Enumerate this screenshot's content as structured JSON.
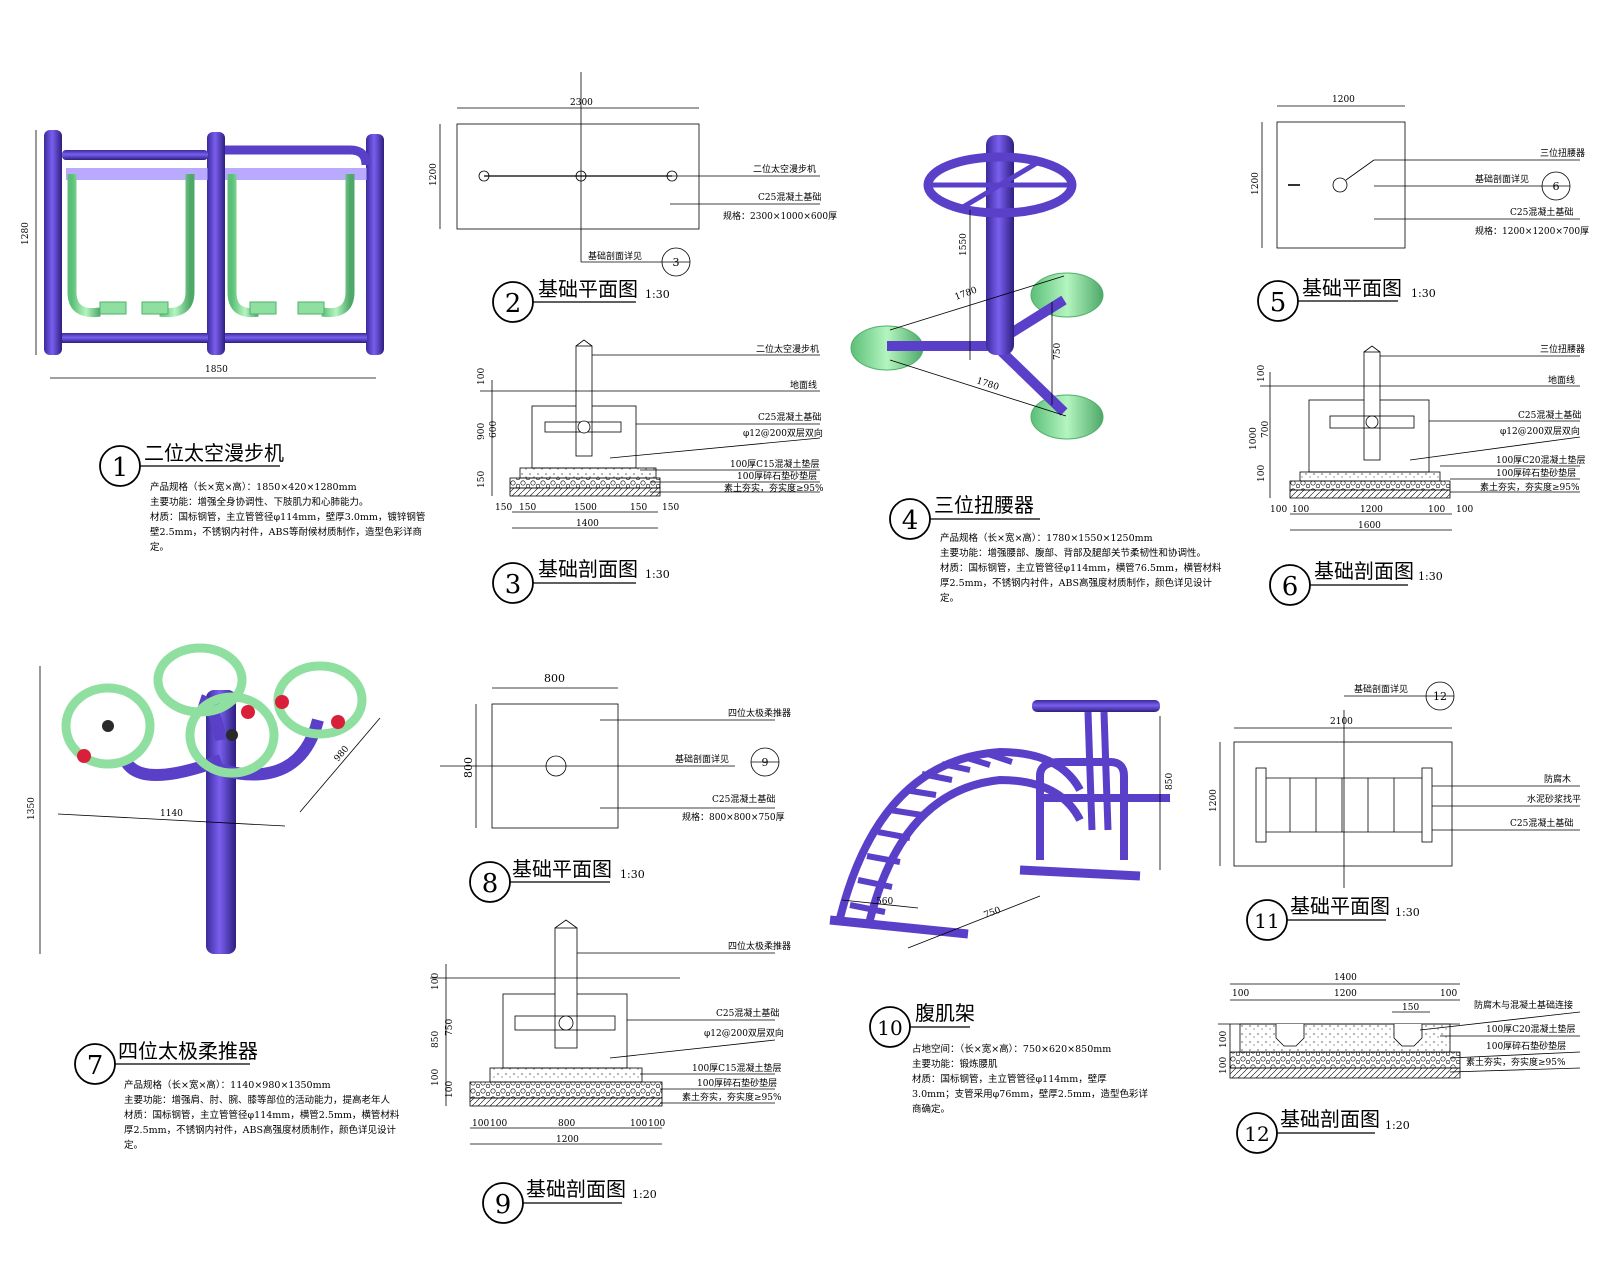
{
  "colors": {
    "purple": "#5a3fc8",
    "purple_dark": "#3d2a8f",
    "green": "#8fe0a0",
    "green_dark": "#4fb06a",
    "red": "#d8203a",
    "line": "#000000"
  },
  "panels": [
    {
      "num": "1",
      "title": "二位太空漫步机",
      "notes": [
        "产品规格（长×宽×高）：1850×420×1280mm",
        "主要功能：增强全身协调性、下肢肌力和心肺能力。",
        "材质：国标钢管，主立管管径φ114mm，壁厚3.0mm，镀锌钢管",
        "壁2.5mm，不锈钢内衬件，ABS等耐候材质制作，造型色彩详商",
        "定。"
      ],
      "dims": [
        "1280",
        "1850"
      ]
    },
    {
      "num": "2",
      "title": "基础平面图",
      "scale": "1:30",
      "dims": [
        "2300",
        "1200"
      ],
      "labels": [
        "二位太空漫步机",
        "C25混凝土基础",
        "规格：2300×1000×600厚",
        "基础剖面详见"
      ],
      "ref": "3"
    },
    {
      "num": "3",
      "title": "基础剖面图",
      "scale": "1:30",
      "dims": [
        "100",
        "900",
        "600",
        "150",
        "150",
        "150",
        "1500",
        "150",
        "150",
        "1400"
      ],
      "labels": [
        "二位太空漫步机",
        "地面线",
        "C25混凝土基础",
        "φ12@200双层双向",
        "100厚C15混凝土垫层",
        "100厚碎石垫砂垫层",
        "素土夯实，夯实度≥95%"
      ]
    },
    {
      "num": "4",
      "title": "三位扭腰器",
      "notes": [
        "产品规格（长×宽×高）：1780×1550×1250mm",
        "主要功能：增强腰部、腹部、背部及腿部关节柔韧性和协调性。",
        "材质：国标钢管，主立管管径φ114mm，横管76.5mm，横管材料",
        "厚2.5mm，不锈钢内衬件，ABS高强度材质制作，颜色详见设计",
        "定。"
      ],
      "dims": [
        "1550",
        "1780",
        "1780",
        "750"
      ]
    },
    {
      "num": "5",
      "title": "基础平面图",
      "scale": "1:30",
      "dims": [
        "1200",
        "1200"
      ],
      "labels": [
        "三位扭腰器",
        "基础剖面详见",
        "C25混凝土基础",
        "规格：1200×1200×700厚"
      ],
      "ref": "6"
    },
    {
      "num": "6",
      "title": "基础剖面图",
      "scale": "1:30",
      "dims": [
        "100",
        "1000",
        "700",
        "100",
        "100",
        "100",
        "1200",
        "100",
        "100",
        "1600"
      ],
      "labels": [
        "三位扭腰器",
        "地面线",
        "C25混凝土基础",
        "φ12@200双层双向",
        "100厚C20混凝土垫层",
        "100厚碎石垫砂垫层",
        "素土夯实，夯实度≥95%"
      ]
    },
    {
      "num": "7",
      "title": "四位太极柔推器",
      "notes": [
        "产品规格（长×宽×高）：1140×980×1350mm",
        "主要功能：增强肩、肘、腕、膝等部位的活动能力，提高老年人",
        "材质：国标钢管，主立管管径φ114mm，横管2.5mm，横管材料",
        "厚2.5mm，不锈钢内衬件，ABS高强度材质制作，颜色详见设计",
        "定。"
      ],
      "dims": [
        "1350",
        "1140",
        "980"
      ]
    },
    {
      "num": "8",
      "title": "基础平面图",
      "scale": "1:30",
      "dims": [
        "800",
        "800"
      ],
      "labels": [
        "四位太极柔推器",
        "基础剖面详见",
        "C25混凝土基础",
        "规格：800×800×750厚"
      ],
      "ref": "9"
    },
    {
      "num": "9",
      "title": "基础剖面图",
      "scale": "1:20",
      "dims": [
        "100",
        "850",
        "750",
        "100",
        "100",
        "100",
        "100",
        "800",
        "100",
        "100",
        "1200"
      ],
      "labels": [
        "四位太极柔推器",
        "C25混凝土基础",
        "φ12@200双层双向",
        "100厚C15混凝土垫层",
        "100厚碎石垫砂垫层",
        "素土夯实，夯实度≥95%"
      ]
    },
    {
      "num": "10",
      "title": "腹肌架",
      "notes": [
        "占地空间：（长×宽×高）：750×620×850mm",
        "主要功能：锻炼腰肌",
        "材质：国标钢管，主立管管径φ114mm，壁厚",
        "3.0mm；支管采用φ76mm，壁厚2.5mm，造型色彩详",
        "商确定。"
      ],
      "dims": [
        "850",
        "560",
        "750"
      ]
    },
    {
      "num": "11",
      "title": "基础平面图",
      "scale": "1:30",
      "dims": [
        "2100",
        "1200"
      ],
      "labels": [
        "基础剖面详见",
        "防腐木",
        "水泥砂浆找平",
        "C25混凝土基础"
      ],
      "ref": "12"
    },
    {
      "num": "12",
      "title": "基础剖面图",
      "scale": "1:20",
      "dims": [
        "1400",
        "100",
        "1200",
        "100",
        "150",
        "100",
        "100"
      ],
      "labels": [
        "防腐木与混凝土基础连接",
        "100厚C20混凝土垫层",
        "100厚碎石垫砂垫层",
        "素土夯实，夯实度≥95%"
      ]
    }
  ]
}
